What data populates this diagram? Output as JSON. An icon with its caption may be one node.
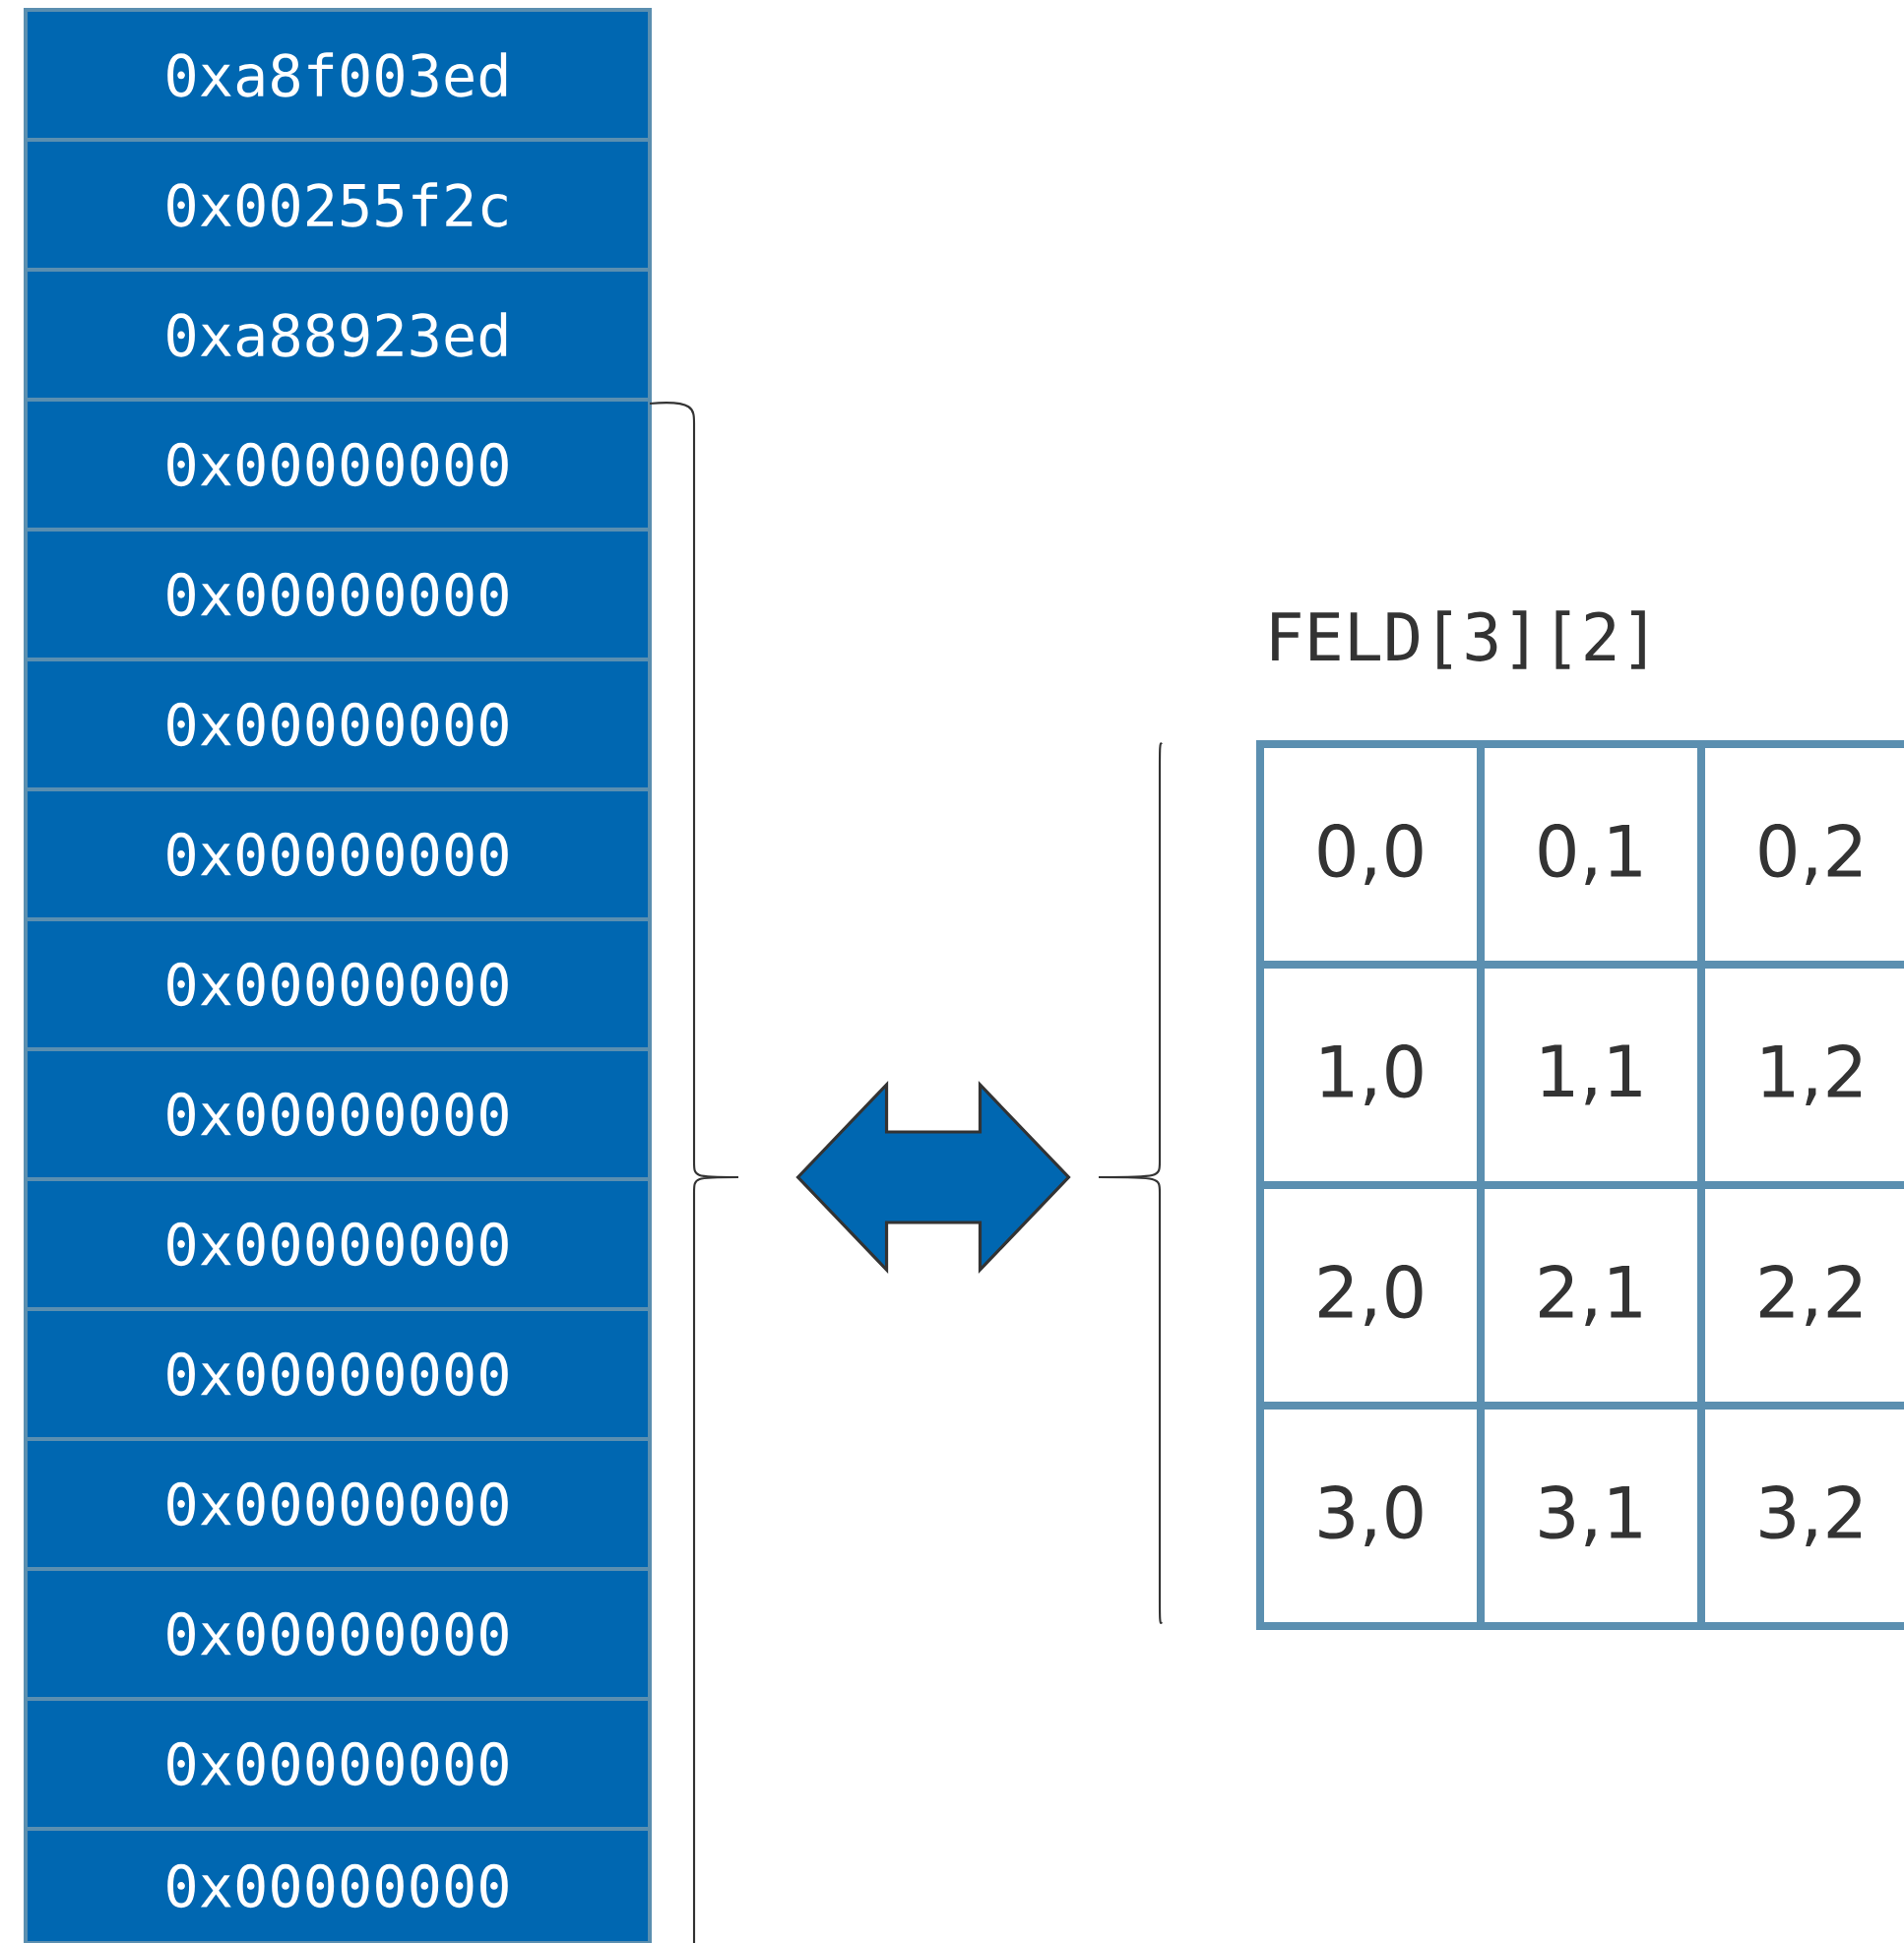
{
  "diagram": {
    "nodes": [
      {
        "text": [
          "0xa8f003ed"
        ]
      },
      {
        "text": [
          "0x00255f2c"
        ]
      },
      {
        "text": [
          "0xa88923ed"
        ]
      },
      {
        "text": [
          "0x00000000"
        ]
      },
      {
        "text": [
          "0x00000000"
        ]
      },
      {
        "text": [
          "0x00000000"
        ]
      },
      {
        "text": [
          "0x00000000"
        ]
      },
      {
        "text": [
          "0x00000000"
        ]
      },
      {
        "text": [
          "0x00000000"
        ]
      },
      {
        "text": [
          "0x00000000"
        ]
      },
      {
        "text": [
          "0x00000000"
        ]
      },
      {
        "text": [
          "0x00000000"
        ]
      },
      {
        "text": [
          "0x00000000"
        ]
      },
      {
        "text": [
          "0x00000000"
        ]
      },
      {
        "text": [
          "0x00000000"
        ]
      },
      {
        "text": [],
        "shape": "brace"
      },
      {
        "text": [],
        "shape": "brace"
      },
      {
        "text": [
          "0,0"
        ]
      },
      {
        "text": [
          "0,1"
        ]
      },
      {
        "text": [
          "0,2"
        ]
      },
      {
        "text": [
          "1,0"
        ]
      },
      {
        "text": [
          "1,1"
        ]
      },
      {
        "text": [
          "1,2"
        ]
      },
      {
        "text": [
          "2,0"
        ]
      },
      {
        "text": [
          "2,1"
        ]
      },
      {
        "text": [
          "2,2"
        ]
      },
      {
        "text": [
          "3,0"
        ]
      },
      {
        "text": [
          "3,1"
        ]
      },
      {
        "text": [
          "3,2"
        ]
      }
    ],
    "labels": [
      "FELD[3][2]"
    ],
    "edges": [
      {
        "from": 15,
        "to": 16,
        "arrow": "both",
        "style": "thick"
      }
    ]
  }
}
